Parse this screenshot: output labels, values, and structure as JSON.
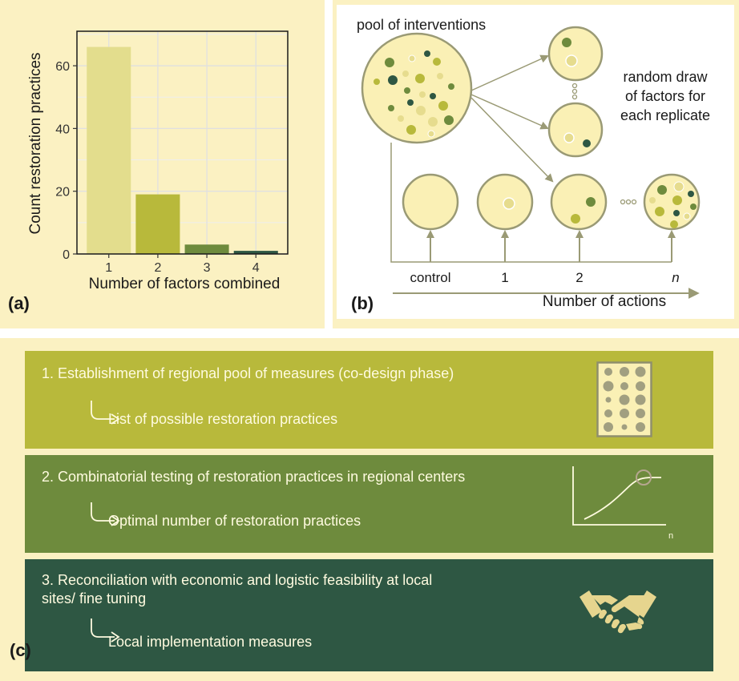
{
  "panel_a": {
    "label": "(a)",
    "chart_data": {
      "type": "bar",
      "categories": [
        "1",
        "2",
        "3",
        "4"
      ],
      "values": [
        66,
        19,
        3,
        1
      ],
      "bar_colors": [
        "#e3dd8d",
        "#b8b93b",
        "#6e8b3d",
        "#2e5743"
      ],
      "xlabel": "Number of factors combined",
      "ylabel": "Count restoration practices",
      "yticks": [
        0,
        20,
        40,
        60
      ],
      "ylim": [
        0,
        71
      ],
      "grid": true
    }
  },
  "panel_b": {
    "label": "(b)",
    "pool_label": "pool of interventions",
    "draw_label_lines": [
      "random draw",
      "of factors for",
      "each replicate"
    ],
    "axis_ticks": [
      "control",
      "1",
      "2",
      "n"
    ],
    "axis_label": "Number of actions",
    "colors": {
      "circle_fill": "#faf0b5",
      "circle_stroke": "#9a9a75",
      "arrow": "#9a9a75",
      "dot_light": "#e6dc8e",
      "dot_olive": "#b8b93b",
      "dot_green": "#6e8b3d",
      "dot_dark": "#2e5743"
    }
  },
  "panel_c": {
    "label": "(c)",
    "steps": [
      {
        "title": "1. Establishment of regional pool of measures (co-design phase)",
        "result": "List of possible restoration practices",
        "icon": "measures-grid-icon",
        "color": "#b8b93b"
      },
      {
        "title": "2. Combinatorial testing of restoration practices in regional centers",
        "result": "Optimal number of restoration practices",
        "icon": "saturation-curve-icon",
        "axis_label": "n",
        "color": "#6e8b3d"
      },
      {
        "title_lines": [
          "3. Reconciliation with economic and logistic feasibility at local",
          "sites/ fine tuning"
        ],
        "result": "Local implementation measures",
        "icon": "handshake-icon",
        "color": "#2e5743"
      }
    ]
  }
}
